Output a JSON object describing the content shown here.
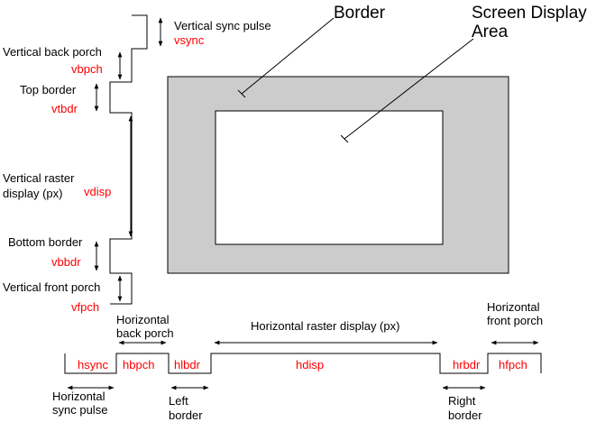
{
  "colors": {
    "border_fill": "#cccccc",
    "display_fill": "#ffffff",
    "line": "#000000",
    "variable_text": "#ff0000"
  },
  "big_labels": {
    "border": "Border",
    "screen_display_line1": "Screen Display",
    "screen_display_line2": "Area"
  },
  "vertical": {
    "sync_pulse": {
      "label": "Vertical sync pulse",
      "var": "vsync"
    },
    "back_porch": {
      "label": "Vertical back porch",
      "var": "vbpch"
    },
    "top_border": {
      "label": "Top border",
      "var": "vtbdr"
    },
    "raster_display": {
      "label_line1": "Vertical raster",
      "label_line2": "display (px)",
      "var": "vdisp"
    },
    "bottom_border": {
      "label": "Bottom border",
      "var": "vbbdr"
    },
    "front_porch": {
      "label": "Vertical front porch",
      "var": "vfpch"
    }
  },
  "horizontal": {
    "sync_pulse": {
      "label_line1": "Horizontal",
      "label_line2": "sync pulse",
      "var": "hsync"
    },
    "back_porch": {
      "label_line1": "Horizontal",
      "label_line2": "back porch",
      "var": "hbpch"
    },
    "left_border": {
      "label_line1": "Left",
      "label_line2": "border",
      "var": "hlbdr"
    },
    "raster_display": {
      "label": "Horizontal raster display (px)",
      "var": "hdisp"
    },
    "right_border": {
      "label_line1": "Right",
      "label_line2": "border",
      "var": "hrbdr"
    },
    "front_porch": {
      "label_line1": "Horizontal",
      "label_line2": "front porch",
      "var": "hfpch"
    }
  }
}
